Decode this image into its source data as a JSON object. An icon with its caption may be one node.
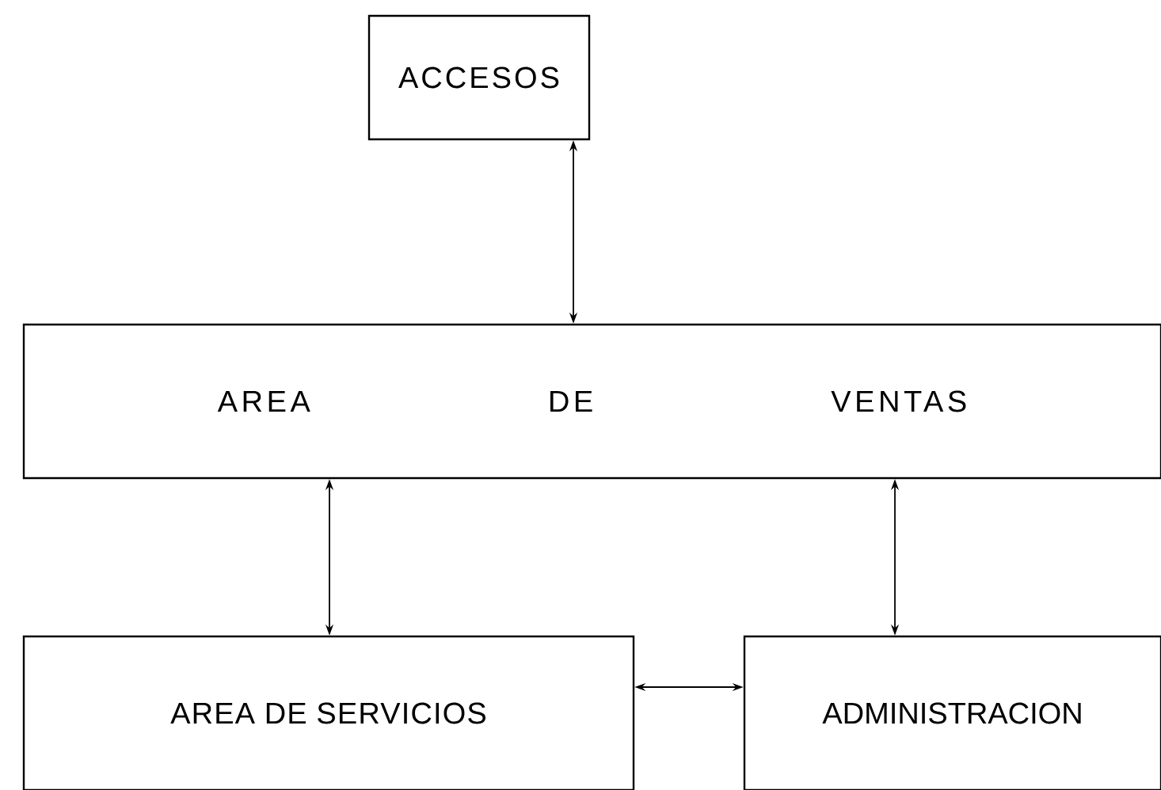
{
  "diagram": {
    "nodes": [
      {
        "text": [
          "ACCESOS"
        ]
      },
      {
        "text": [
          "AREA DE VENTAS"
        ]
      },
      {
        "text": [
          "AREA DE SERVICIOS"
        ]
      },
      {
        "text": [
          "ADMINISTRACION"
        ]
      }
    ],
    "edges": [
      {
        "from": 0,
        "to": 1,
        "arrow": "both"
      },
      {
        "from": 1,
        "to": 2,
        "arrow": "both"
      },
      {
        "from": 1,
        "to": 3,
        "arrow": "both"
      },
      {
        "from": 2,
        "to": 3,
        "arrow": "both"
      }
    ]
  }
}
